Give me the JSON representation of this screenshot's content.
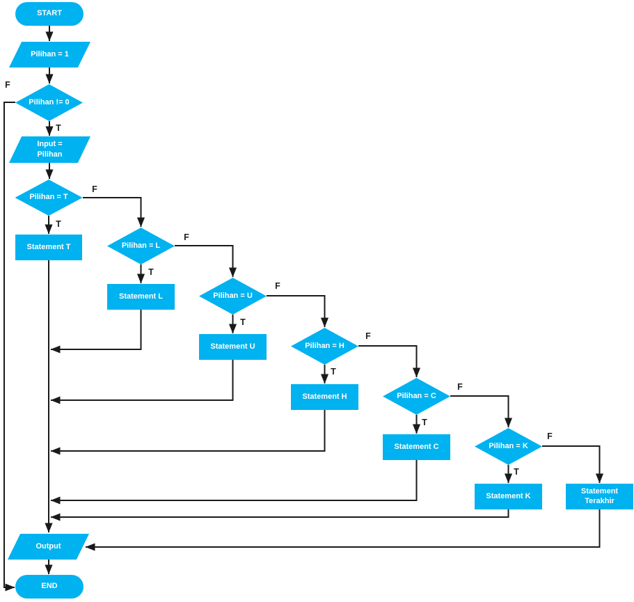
{
  "flowchart": {
    "colors": {
      "shape_fill": "#00b2ef",
      "shape_text": "#ffffff",
      "line": "#1a1a1a",
      "label_text": "#1f1f1f"
    },
    "nodes": {
      "start": "START",
      "init": "Pilihan = 1",
      "loop_condition": "Pilihan != 0",
      "input": "Input =\nPilihan",
      "cond_t": "Pilihan = T",
      "stmt_t": "Statement T",
      "cond_l": "Pilihan = L",
      "stmt_l": "Statement L",
      "cond_u": "Pilihan = U",
      "stmt_u": "Statement U",
      "cond_h": "Pilihan = H",
      "stmt_h": "Statement H",
      "cond_c": "Pilihan = C",
      "stmt_c": "Statement C",
      "cond_k": "Pilihan = K",
      "stmt_k": "Statement K",
      "stmt_terakhir": "Statement\nTerakhir",
      "output": "Output",
      "end": "END"
    },
    "branch_labels": {
      "true": "T",
      "false": "F"
    }
  }
}
